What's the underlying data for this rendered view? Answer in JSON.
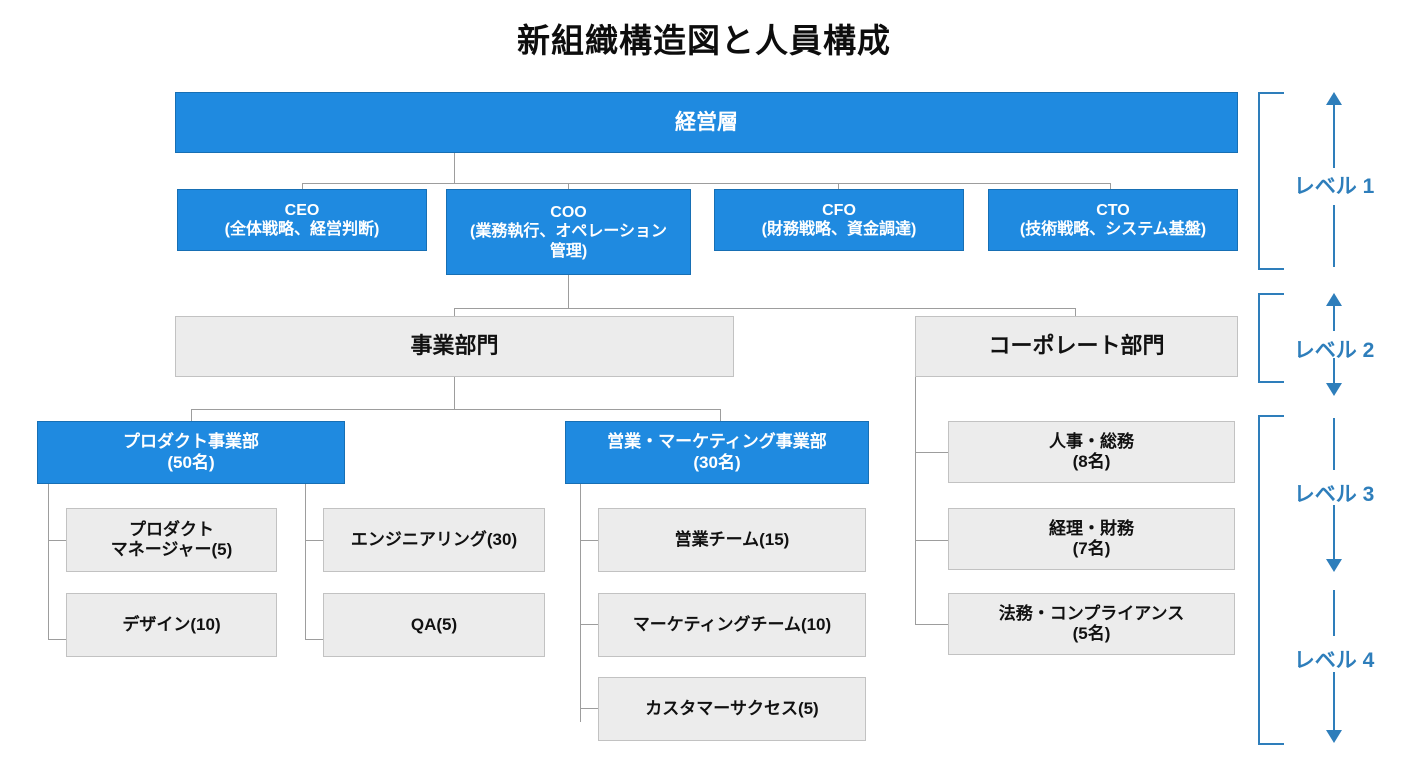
{
  "title": "新組織構造図と人員構成",
  "colors": {
    "accent_blue": "#1f8ae0",
    "blue_border": "#176fb4",
    "grey_fill": "#ececec",
    "grey_border": "#c2c2c2",
    "connector": "#9d9d9d",
    "level_guide": "#2e7ebb",
    "text_dark": "#0d0d0d",
    "text_light": "#ffffff"
  },
  "chart_data": {
    "type": "diagram",
    "title": "新組織構造図と人員構成",
    "diagram_kind": "organization-chart",
    "levels": [
      "レベル 1",
      "レベル 2",
      "レベル 3",
      "レベル 4"
    ],
    "nodes": [
      {
        "id": "exec",
        "label": "経営層",
        "level": 1,
        "style": "blue",
        "headcount": null
      },
      {
        "id": "ceo",
        "label": "CEO\n(全体戦略、経営判断)",
        "level": 1,
        "style": "blue",
        "headcount": null
      },
      {
        "id": "coo",
        "label": "COO\n(業務執行、オペレーション管理)",
        "level": 1,
        "style": "blue",
        "headcount": null
      },
      {
        "id": "cfo",
        "label": "CFO\n(財務戦略、資金調達)",
        "level": 1,
        "style": "blue",
        "headcount": null
      },
      {
        "id": "cto",
        "label": "CTO\n(技術戦略、システム基盤)",
        "level": 1,
        "style": "blue",
        "headcount": null
      },
      {
        "id": "business",
        "label": "事業部門",
        "level": 2,
        "style": "grey",
        "headcount": null
      },
      {
        "id": "corporate",
        "label": "コーポレート部門",
        "level": 2,
        "style": "grey",
        "headcount": null
      },
      {
        "id": "product",
        "label": "プロダクト事業部\n(50名)",
        "level": 3,
        "style": "blue",
        "headcount": 50
      },
      {
        "id": "sales",
        "label": "営業・マーケティング事業部\n(30名)",
        "level": 3,
        "style": "blue",
        "headcount": 30
      },
      {
        "id": "hr",
        "label": "人事・総務\n(8名)",
        "level": 3,
        "style": "grey",
        "headcount": 8
      },
      {
        "id": "finance",
        "label": "経理・財務\n(7名)",
        "level": 3,
        "style": "grey",
        "headcount": 7
      },
      {
        "id": "legal",
        "label": "法務・コンプライアンス\n(5名)",
        "level": 3,
        "style": "grey",
        "headcount": 5
      },
      {
        "id": "pm",
        "label": "プロダクト\nマネージャー(5)",
        "level": 4,
        "style": "grey",
        "headcount": 5
      },
      {
        "id": "design",
        "label": "デザイン(10)",
        "level": 4,
        "style": "grey",
        "headcount": 10
      },
      {
        "id": "eng",
        "label": "エンジニアリング(30)",
        "level": 4,
        "style": "grey",
        "headcount": 30
      },
      {
        "id": "qa",
        "label": "QA(5)",
        "level": 4,
        "style": "grey",
        "headcount": 5
      },
      {
        "id": "salesteam",
        "label": "営業チーム(15)",
        "level": 4,
        "style": "grey",
        "headcount": 15
      },
      {
        "id": "mktteam",
        "label": "マーケティングチーム(10)",
        "level": 4,
        "style": "grey",
        "headcount": 10
      },
      {
        "id": "cs",
        "label": "カスタマーサクセス(5)",
        "level": 4,
        "style": "grey",
        "headcount": 5
      }
    ],
    "edges": [
      {
        "from": "exec",
        "to": "ceo"
      },
      {
        "from": "exec",
        "to": "coo"
      },
      {
        "from": "exec",
        "to": "cfo"
      },
      {
        "from": "exec",
        "to": "cto"
      },
      {
        "from": "coo",
        "to": "business"
      },
      {
        "from": "coo",
        "to": "corporate"
      },
      {
        "from": "business",
        "to": "product"
      },
      {
        "from": "business",
        "to": "sales"
      },
      {
        "from": "corporate",
        "to": "hr"
      },
      {
        "from": "corporate",
        "to": "finance"
      },
      {
        "from": "corporate",
        "to": "legal"
      },
      {
        "from": "product",
        "to": "pm"
      },
      {
        "from": "product",
        "to": "design"
      },
      {
        "from": "product",
        "to": "eng"
      },
      {
        "from": "product",
        "to": "qa"
      },
      {
        "from": "sales",
        "to": "salesteam"
      },
      {
        "from": "sales",
        "to": "mktteam"
      },
      {
        "from": "sales",
        "to": "cs"
      }
    ]
  },
  "org": {
    "executive": {
      "label": "経営層"
    },
    "csuite": [
      {
        "title": "CEO",
        "scope": "(全体戦略、経営判断)",
        "label": "CEO\n(全体戦略、経営判断)"
      },
      {
        "title": "COO",
        "scope": "(業務執行、オペレーション管理)",
        "label": "COO\n(業務執行、オペレーション\n管理)"
      },
      {
        "title": "CFO",
        "scope": "(財務戦略、資金調達)",
        "label": "CFO\n(財務戦略、資金調達)"
      },
      {
        "title": "CTO",
        "scope": "(技術戦略、システム基盤)",
        "label": "CTO\n(技術戦略、システム基盤)"
      }
    ],
    "divisions": [
      {
        "label": "事業部門"
      },
      {
        "label": "コーポレート部門"
      }
    ],
    "business_units": [
      {
        "label": "プロダクト事業部\n(50名)"
      },
      {
        "label": "営業・マーケティング事業部\n(30名)"
      }
    ],
    "corporate_units": [
      {
        "label": "人事・総務\n(8名)"
      },
      {
        "label": "経理・財務\n(7名)"
      },
      {
        "label": "法務・コンプライアンス\n(5名)"
      }
    ],
    "product_teams": [
      {
        "label": "プロダクト\nマネージャー(5)"
      },
      {
        "label": "デザイン(10)"
      },
      {
        "label": "エンジニアリング(30)"
      },
      {
        "label": "QA(5)"
      }
    ],
    "sales_teams": [
      {
        "label": "営業チーム(15)"
      },
      {
        "label": "マーケティングチーム(10)"
      },
      {
        "label": "カスタマーサクセス(5)"
      }
    ]
  },
  "levels": [
    {
      "label": "レベル 1"
    },
    {
      "label": "レベル 2"
    },
    {
      "label": "レベル 3"
    },
    {
      "label": "レベル 4"
    }
  ]
}
